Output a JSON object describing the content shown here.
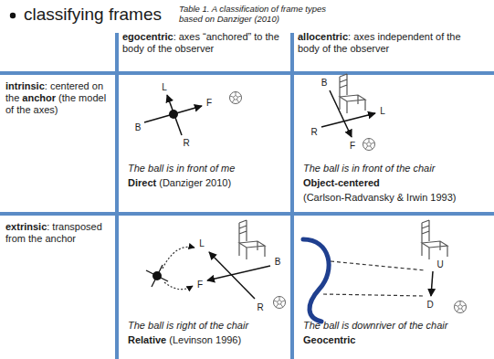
{
  "diagram": {
    "title": "classifying frames",
    "caption": "Table 1. A classification of frame types based on Danziger (2010)",
    "labels": [
      "egocentric",
      ": axes “anchored” to the body of the observer",
      "allocentric",
      ": axes independent of the body of the observer",
      "intrinsic",
      ": centered on the ",
      "anchor",
      " (the model of the axes)",
      "extrinsic",
      ": transposed from the anchor",
      "L",
      "B",
      "F",
      "R",
      "The ball is in front of me",
      "Direct",
      " (Danziger 2010)",
      "B",
      "L",
      "R",
      "F",
      "The ball is in front of the chair",
      "Object-centered",
      "(Carlson-Radvansky & Irwin 1993)",
      "L",
      "B",
      "F",
      "R",
      "The ball is right of the chair",
      "Relative",
      " (Levinson 1996)",
      "U",
      "D",
      "The ball is downriver of the chair",
      "Geocentric"
    ]
  }
}
